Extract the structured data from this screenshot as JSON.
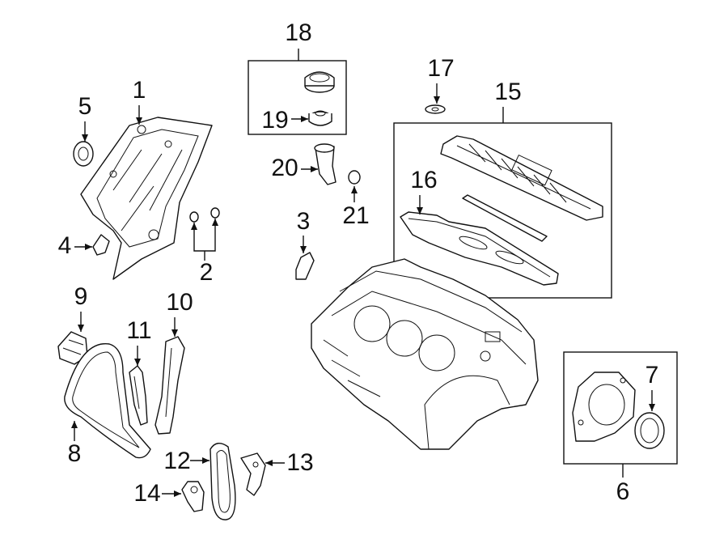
{
  "callouts": {
    "c1": "1",
    "c2": "2",
    "c3": "3",
    "c4": "4",
    "c5": "5",
    "c6": "6",
    "c7": "7",
    "c8": "8",
    "c9": "9",
    "c10": "10",
    "c11": "11",
    "c12": "12",
    "c13": "13",
    "c14": "14",
    "c15": "15",
    "c16": "16",
    "c17": "17",
    "c18": "18",
    "c19": "19",
    "c20": "20",
    "c21": "21"
  },
  "colors": {
    "line": "#111111",
    "background": "#ffffff"
  }
}
